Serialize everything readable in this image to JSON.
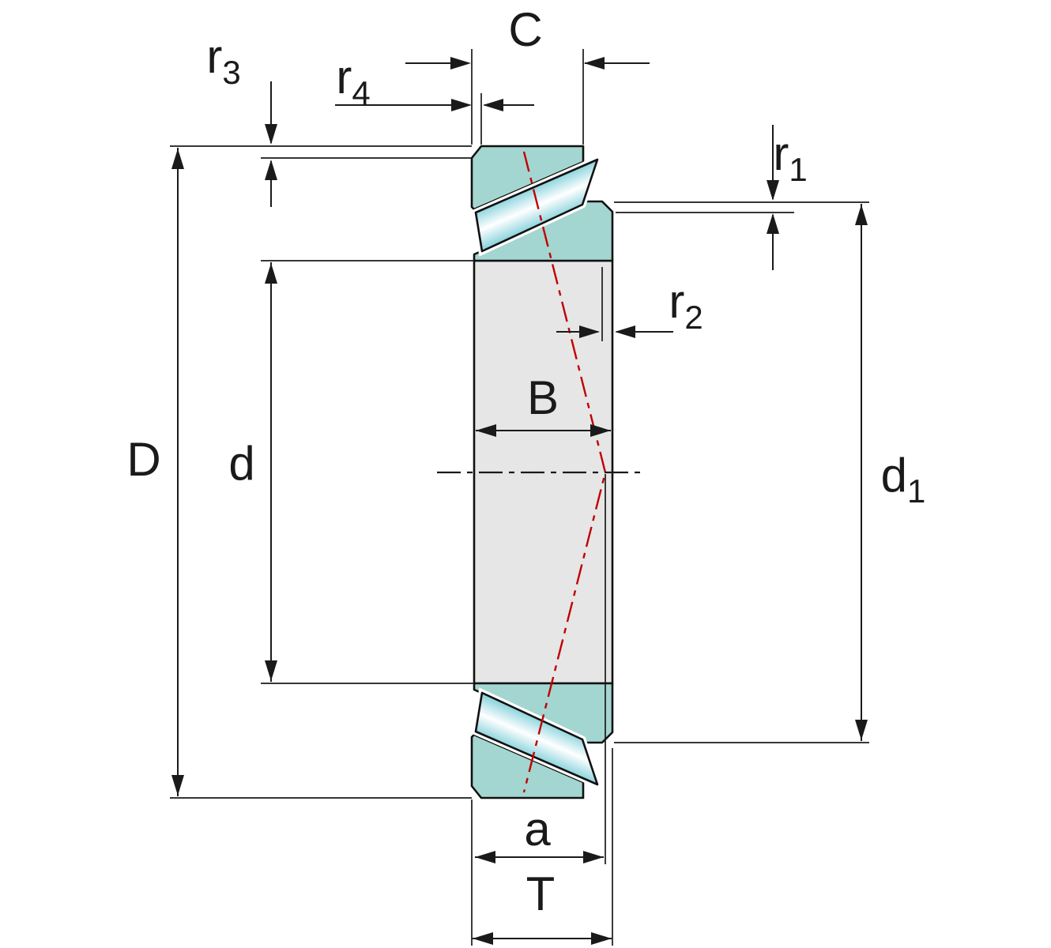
{
  "drawing": {
    "type": "tapered-roller-bearing-cross-section"
  },
  "labels": {
    "C": {
      "main": "C",
      "sub": ""
    },
    "r4": {
      "main": "r",
      "sub": "4"
    },
    "r3": {
      "main": "r",
      "sub": "3"
    },
    "r1": {
      "main": "r",
      "sub": "1"
    },
    "r2": {
      "main": "r",
      "sub": "2"
    },
    "B": {
      "main": "B",
      "sub": ""
    },
    "D": {
      "main": "D",
      "sub": ""
    },
    "d": {
      "main": "d",
      "sub": ""
    },
    "d1": {
      "main": "d",
      "sub": "1"
    },
    "a": {
      "main": "a",
      "sub": ""
    },
    "T": {
      "main": "T",
      "sub": ""
    }
  },
  "colors": {
    "ring_teal": "#a3d6d0",
    "roller_cyan": "#46b9c9",
    "section_gray": "#e6e6e6",
    "pressure_line_red": "#c00000",
    "line_black": "#1a1a1a",
    "background": "#ffffff"
  }
}
